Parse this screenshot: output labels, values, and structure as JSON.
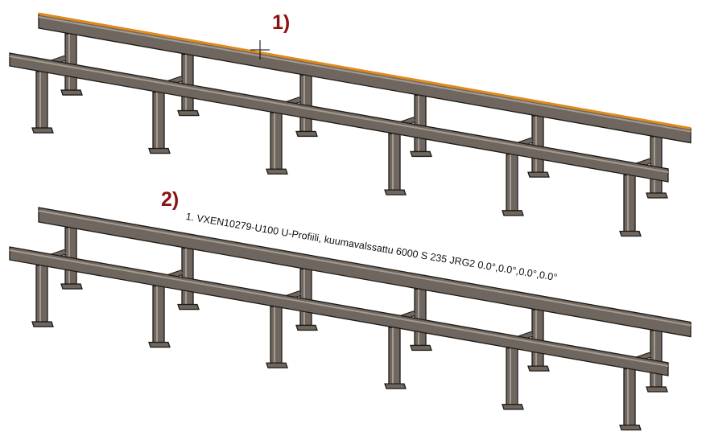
{
  "callouts": {
    "first": "1)",
    "second": "2)"
  },
  "part_label": "1. VXEN10279-U100 U-Profiili, kuumavalssattu 6000 S 235 JRG2 0.0°,0.0°,0.0°,0.0°",
  "colors": {
    "steel": "#6f675f",
    "steel_light": "#a39b92",
    "outline": "#1e1a16",
    "highlight": "#e08a1e",
    "callout": "#8b1212"
  },
  "frames": [
    {
      "id": "frame-1",
      "selected": true
    },
    {
      "id": "frame-2",
      "selected": false
    }
  ]
}
